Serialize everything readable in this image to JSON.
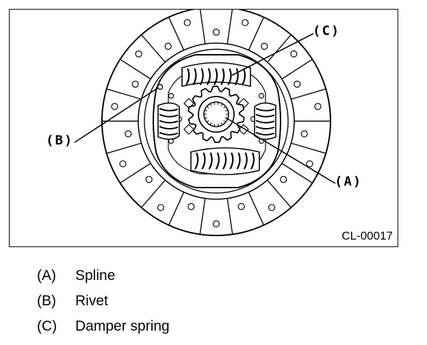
{
  "callouts": {
    "c": "(C)",
    "b": "(B)",
    "a": "(A)"
  },
  "figure_code": "CL-00017",
  "legend": [
    {
      "key": "(A)",
      "label": "Spline"
    },
    {
      "key": "(B)",
      "label": "Rivet"
    },
    {
      "key": "(C)",
      "label": "Damper spring"
    }
  ]
}
